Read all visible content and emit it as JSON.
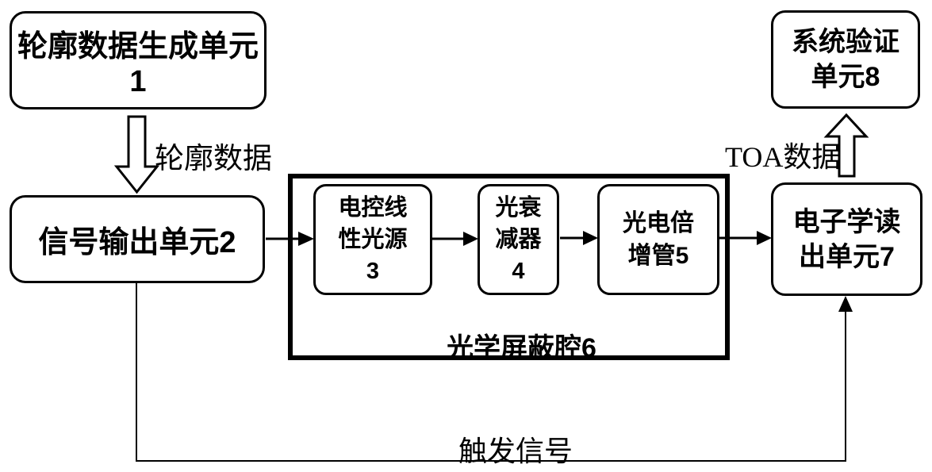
{
  "diagram": {
    "background": "#ffffff",
    "line_color": "#000000"
  },
  "boxes": {
    "unit1": {
      "label": "轮廓数据生成单元1"
    },
    "unit2": {
      "label": "信号输出单元2"
    },
    "unit3": {
      "lines": [
        "电控线",
        "性光源",
        "3"
      ]
    },
    "unit4": {
      "lines": [
        "光衰",
        "减器",
        "4"
      ]
    },
    "unit5": {
      "lines": [
        "光电倍",
        "增管5"
      ]
    },
    "unit7": {
      "lines": [
        "电子学读",
        "出单元7"
      ]
    },
    "unit8": {
      "lines": [
        "系统验证",
        "单元8"
      ]
    },
    "shield": {
      "label": "光学屏蔽腔6"
    }
  },
  "labels": {
    "contour_data": "轮廓数据",
    "toa_data": "TOA数据",
    "trigger_signal": "触发信号"
  }
}
